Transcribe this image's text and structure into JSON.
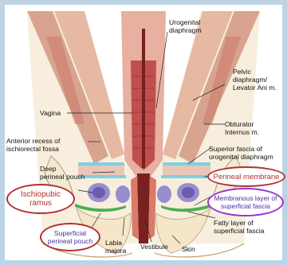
{
  "labels": {
    "urogenital_diaphragm": "Urogenital\ndiaphragm",
    "pelvic_diaphragm": "Pelvic\ndiaphragm/\nLevator Ani m.",
    "vagina": "Vagina",
    "obturator_internus": "Obturator\nInternus m.",
    "anterior_recess": "Anterior recess of\nischiorectal fossa",
    "superior_fascia": "Superior fascia of\nurogenital diaphragm",
    "deep_perineal_pouch": "Deep\nperineal pouch",
    "perineal_membrane": "Perineal membrane",
    "ischiopubic_ramus": "Ischiopubic\nramus",
    "membranous_layer": "Membranous layer of\nsuperficial fascia",
    "superficial_perineal_pouch": "Superficial\nperineal pouch",
    "fatty_layer": "Fatty layer of\nsuperficial fascia",
    "labia_majora": "Labia\nmajora",
    "vestibule": "Vestibule",
    "skin": "Skin"
  },
  "colors": {
    "frame_border": "#bdd4e6",
    "vagina_muscle": "#c0504d",
    "tissue_pink": "#e8b8a8",
    "bone": "#f3ead2",
    "membrane_cyan": "#7fd0e0",
    "fascia_green": "#4caf50",
    "highlight_red": "#b03030",
    "highlight_purple": "#9b30d0",
    "purple_text": "#4b2fa0"
  }
}
